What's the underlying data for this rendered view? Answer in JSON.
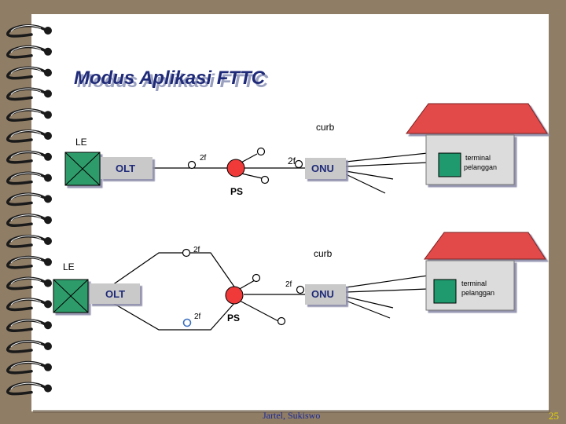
{
  "slide": {
    "title": "Modus Aplikasi FTTC",
    "footer": "Jartel, Sukiswo",
    "page_number": "25"
  },
  "diagram_top": {
    "le_label": "LE",
    "olt_label": "OLT",
    "onu_label": "ONU",
    "ps_label": "PS",
    "curb_label": "curb",
    "freq_left": "2f",
    "freq_right": "2f",
    "terminal_line1": "terminal",
    "terminal_line2": "pelanggan"
  },
  "diagram_bottom": {
    "le_label": "LE",
    "olt_label": "OLT",
    "onu_label": "ONU",
    "ps_label": "PS",
    "curb_label": "curb",
    "freq_upper": "2f",
    "freq_right": "2f",
    "freq_lower": "2f",
    "terminal_line1": "terminal",
    "terminal_line2": "pelanggan"
  },
  "colors": {
    "background": "#8f7d66",
    "paper": "#ffffff",
    "title": "#1f2a78",
    "box_fill": "#c9c9c9",
    "le_fill": "#2e9b6a",
    "terminal_fill": "#1f9a6e",
    "splitter_fill": "#f03a3a",
    "roof_fill": "#e24a4a",
    "house_body": "#dcdcdc",
    "footer_text": "#1c2a9a",
    "page_number_text": "#e6d600"
  }
}
